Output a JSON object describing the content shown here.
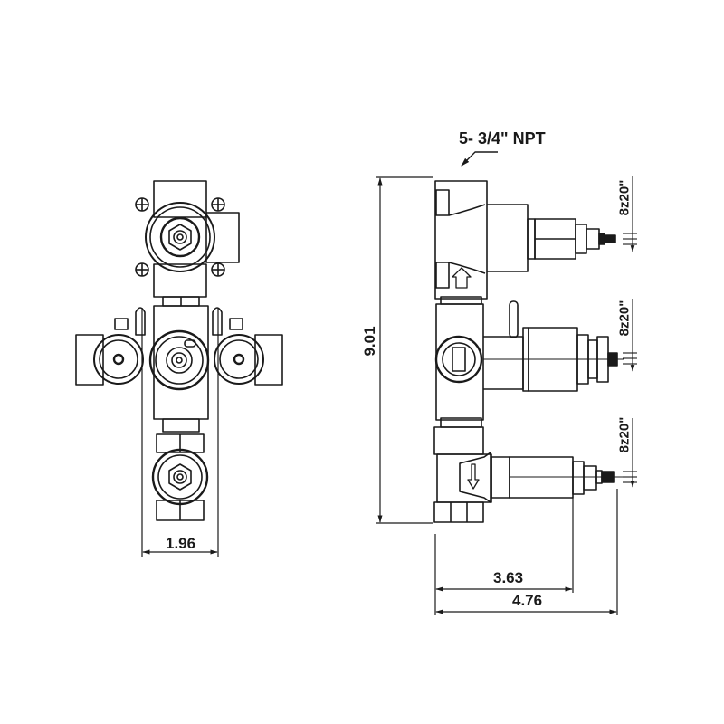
{
  "drawing": {
    "type": "technical-drawing",
    "subject": "thermostatic valve rough-in with three volume controls",
    "line_color": "#1a1a1a",
    "background": "#ffffff"
  },
  "front_view": {
    "width_dimension": "1.96"
  },
  "side_view": {
    "inlet_callout": "5- 3/4\" NPT",
    "height_dimension": "9.01",
    "depth_dimension_inner": "3.63",
    "depth_dimension_outer": "4.76",
    "spline_labels": [
      "8z20\"",
      "8z20\"",
      "8z20\""
    ]
  },
  "icons": {
    "flow_arrow_up": "up-arrow",
    "flow_arrow_down": "down-arrow",
    "leader_arrow": "diagonal-arrow"
  }
}
